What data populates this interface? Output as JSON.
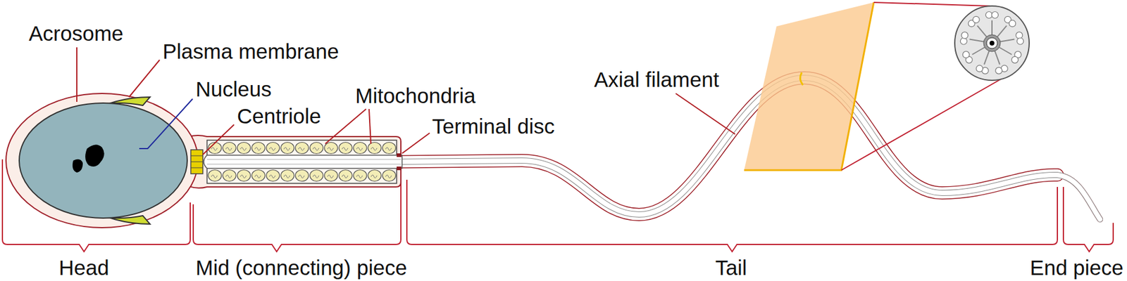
{
  "diagram": {
    "labels": [
      "Acrosome",
      "Plasma membrane",
      "Nucleus",
      "Centriole",
      "Mitochondria",
      "Terminal disc",
      "Axial filament",
      "Head",
      "Mid (connecting) piece",
      "Tail",
      "End piece"
    ]
  }
}
